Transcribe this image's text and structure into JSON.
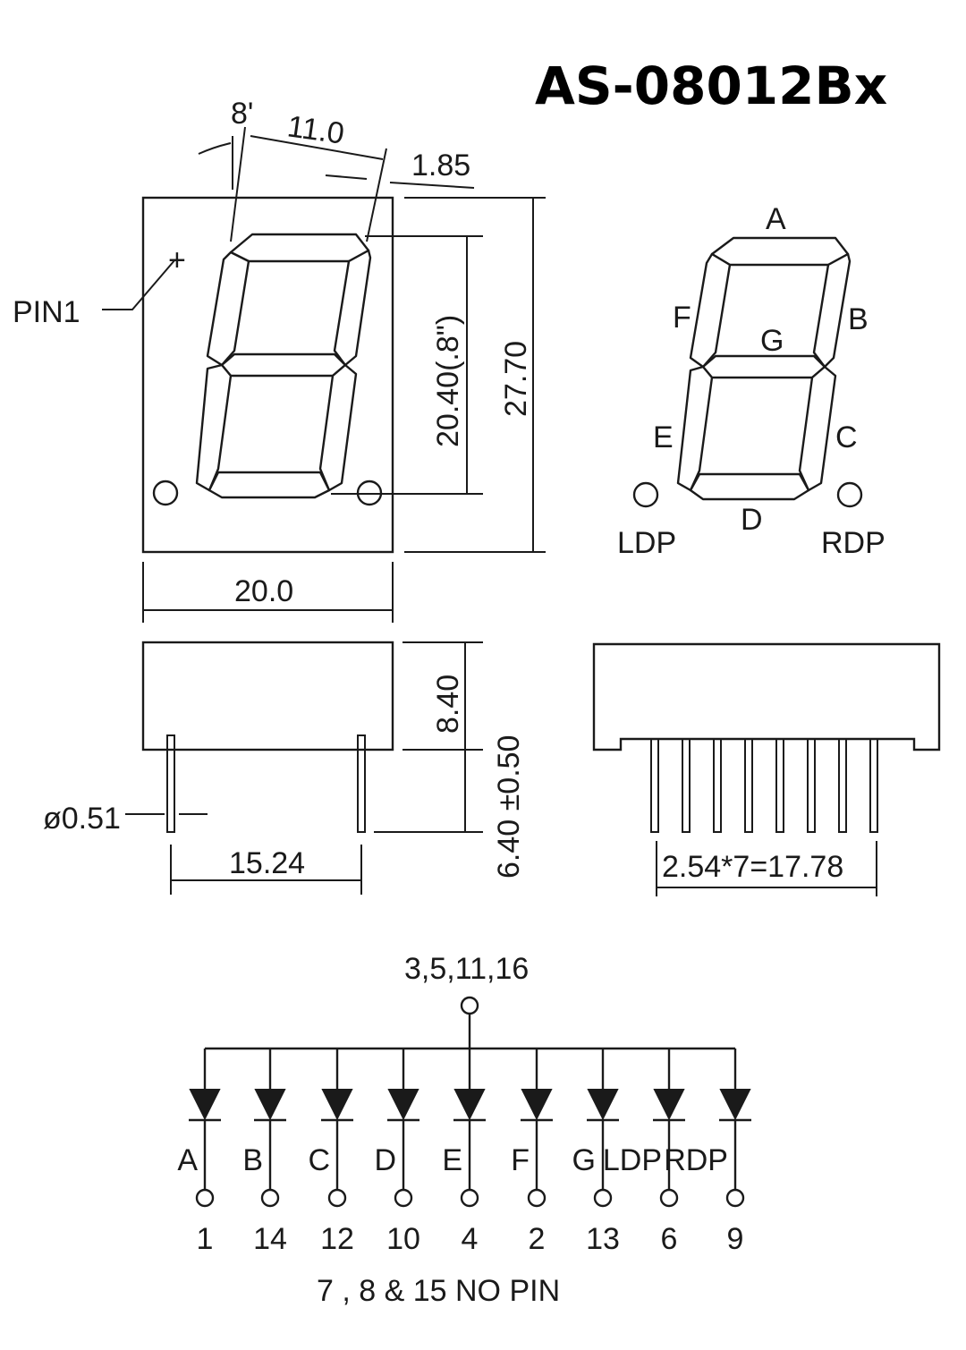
{
  "title": "AS-08012Bx",
  "front_view": {
    "tilt_angle": "8'",
    "digit_width": "11.0",
    "slant_offset": "1.85",
    "digit_height": "20.40(.8\")",
    "body_height": "27.70",
    "body_width": "20.0",
    "pin1_label": "PIN1"
  },
  "segment_map": {
    "segments": [
      "A",
      "B",
      "C",
      "D",
      "E",
      "F",
      "G"
    ],
    "ldp": "LDP",
    "rdp": "RDP"
  },
  "side_view": {
    "body_depth": "8.40",
    "pin_length": "6.40 ±0.50",
    "pin_diameter": "ø0.51",
    "row_spacing": "15.24"
  },
  "end_view": {
    "pitch": "2.54*7=17.78",
    "pin_count": 8
  },
  "schematic": {
    "common_pins": "3,5,11,16",
    "diodes": [
      {
        "segment": "A",
        "pin": "1"
      },
      {
        "segment": "B",
        "pin": "14"
      },
      {
        "segment": "C",
        "pin": "12"
      },
      {
        "segment": "D",
        "pin": "10"
      },
      {
        "segment": "E",
        "pin": "4"
      },
      {
        "segment": "F",
        "pin": "2"
      },
      {
        "segment": "G",
        "pin": "13"
      },
      {
        "segment": "LDP",
        "pin": "6"
      },
      {
        "segment": "RDP",
        "pin": "9"
      }
    ],
    "note": "7 , 8 & 15 NO PIN"
  }
}
